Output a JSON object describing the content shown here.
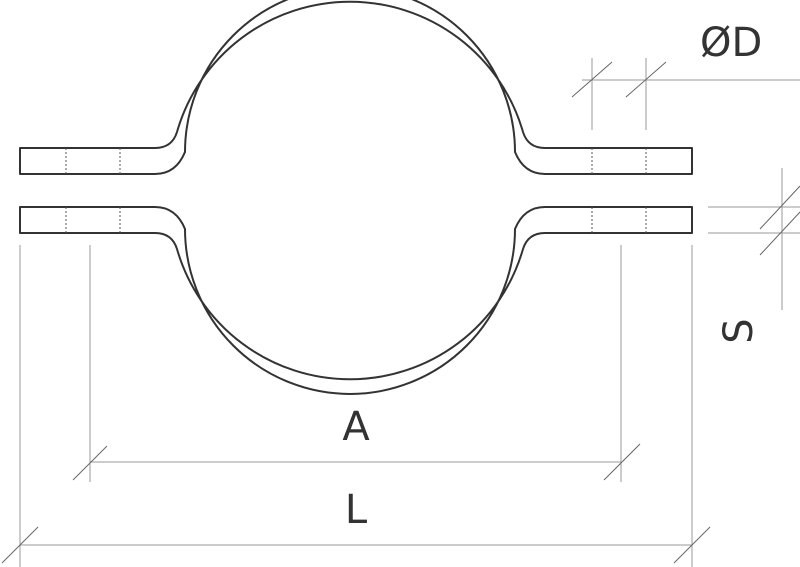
{
  "labels": {
    "diameter": "ØD",
    "thickness": "S",
    "hole_spacing": "A",
    "total_length": "L"
  },
  "colors": {
    "outline": "#333333",
    "dimension": "#999999",
    "background": "#ffffff"
  }
}
